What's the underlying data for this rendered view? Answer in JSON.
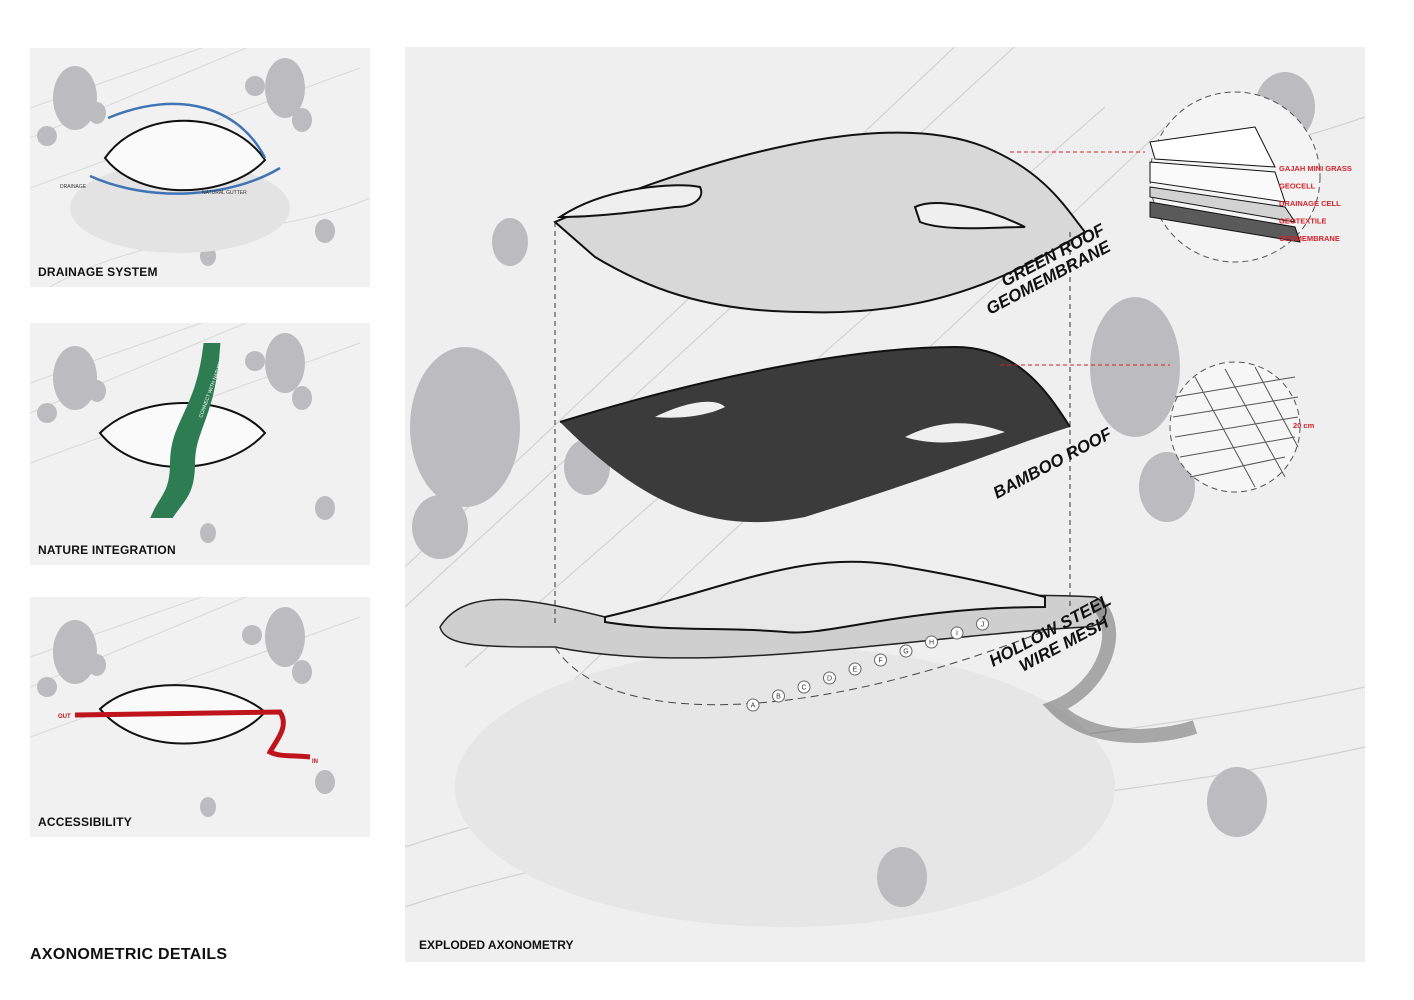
{
  "page_title": "AXONOMETRIC DETAILS",
  "panels": [
    {
      "label": "DRAINAGE SYSTEM",
      "annotations": [
        "DRAINAGE",
        "NATURAL GUTTER"
      ],
      "accent": "#3f74b5"
    },
    {
      "label": "NATURE INTEGRATION",
      "annotations": [
        "CONNECT WITH NATURE"
      ],
      "accent": "#2e7d52"
    },
    {
      "label": "ACCESSIBILITY",
      "annotations": [
        "OUT",
        "IN"
      ],
      "accent": "#c0141c"
    }
  ],
  "main": {
    "label": "EXPLODED AXONOMETRY",
    "layers": [
      {
        "line1": "GREEN ROOF",
        "line2": "GEOMEMBRANE"
      },
      {
        "line1": "BAMBOO ROOF",
        "line2": ""
      },
      {
        "line1": "HOLLOW STEEL",
        "line2": "WIRE MESH"
      }
    ],
    "green_roof_detail": [
      "GAJAH MINI GRASS",
      "GEOCELL",
      "DRAINAGE CELL",
      "GEOTEXTILE",
      "GEOMEMBRANE"
    ],
    "bamboo_detail": "20 cm",
    "grid_labels": [
      "A",
      "B",
      "C",
      "D",
      "E",
      "F",
      "G",
      "H",
      "I",
      "J"
    ]
  },
  "colors": {
    "detail_red": "#d3222a",
    "tree_gray": "#b9b9bb"
  }
}
